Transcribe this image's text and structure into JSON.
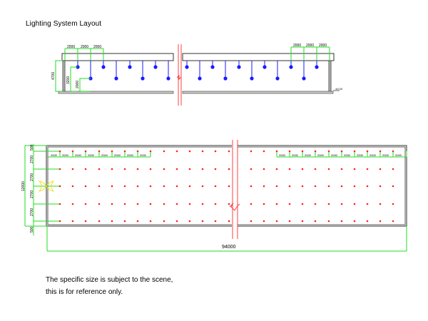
{
  "title": "Lighting System Layout",
  "notes": {
    "line1": "The specific size is subject to the scene,",
    "line2": "this is for reference only."
  },
  "colors": {
    "dimension_line": "#22dd22",
    "light_pendant": "#1a1aff",
    "light_point": "#ff2020",
    "break_line": "#ff4040",
    "structure": "#333333",
    "outlet_marker": "#f0e020"
  },
  "section_view": {
    "top_dimensions_left": [
      "2000",
      "2000",
      "2000"
    ],
    "top_dimensions_right": [
      "2000",
      "2000",
      "2000"
    ],
    "height_dimensions": [
      "4700",
      "3200",
      "2000"
    ],
    "floor_label": "±0.00",
    "pendants_left_x": [
      109,
      127,
      145,
      163,
      182,
      200,
      218,
      236
    ],
    "pendants_right_x": [
      262,
      280,
      298,
      316,
      335,
      353,
      371,
      389,
      408,
      426,
      444
    ]
  },
  "plan_view": {
    "total_length": "94000",
    "total_width": "12000",
    "side_dimensions": [
      "500",
      "2700",
      "2700",
      "2700",
      "2700",
      "500"
    ],
    "top_spacing_left": [
      "2000",
      "2000",
      "2000",
      "2000",
      "2000",
      "2000",
      "2000",
      "2000"
    ],
    "top_spacing_right": [
      "2000",
      "2000",
      "2000",
      "2000",
      "2000",
      "2000",
      "2000",
      "2000",
      "2000",
      "2000"
    ],
    "columns_left_x": [
      84,
      102,
      120,
      139,
      157,
      175,
      193,
      211,
      230,
      248,
      266,
      284,
      302,
      321
    ],
    "columns_right_x": [
      352,
      370,
      388,
      406,
      424,
      442,
      461,
      479,
      497,
      515,
      533,
      551
    ],
    "rows_y": [
      212,
      237,
      261,
      286,
      310
    ]
  }
}
